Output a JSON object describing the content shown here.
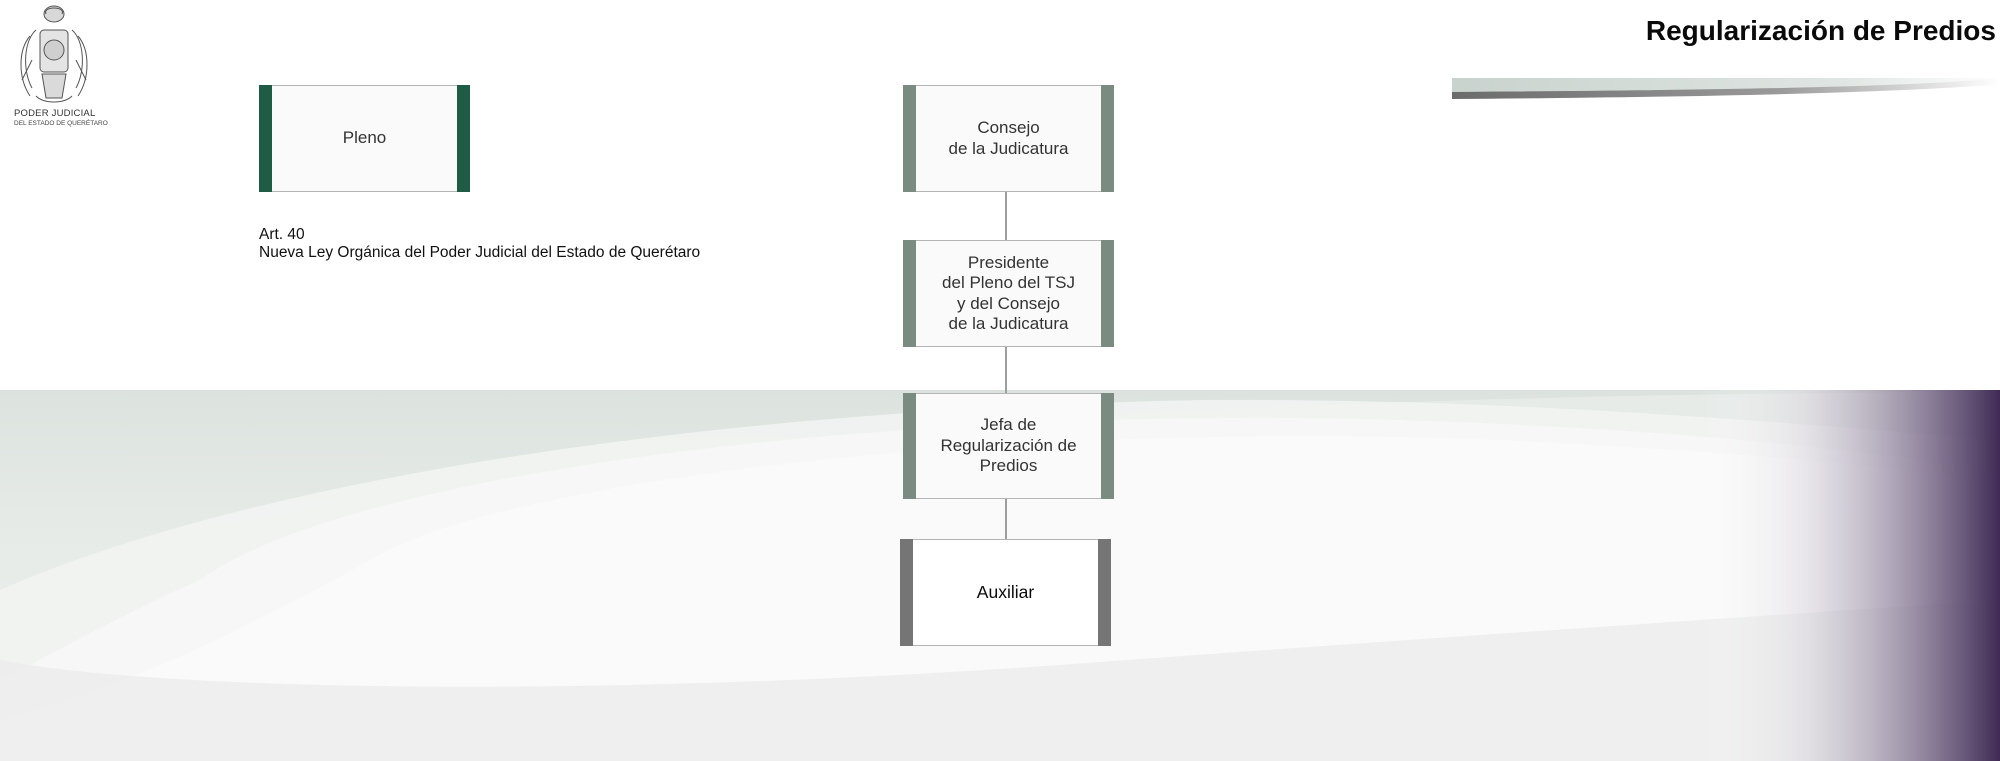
{
  "header": {
    "title": "Regularización de Predios",
    "logo_line1": "PODER JUDICIAL",
    "logo_line2": "DEL ESTADO DE QUERÉTARO",
    "logo_icon": "coat-of-arms-icon"
  },
  "org_chart": {
    "nodes": [
      {
        "id": "pleno",
        "label": "Pleno"
      },
      {
        "id": "consejo",
        "label": "Consejo\nde la Judicatura"
      },
      {
        "id": "presidente",
        "label": "Presidente\ndel Pleno del TSJ\ny del Consejo\nde la Judicatura"
      },
      {
        "id": "jefa",
        "label": "Jefa de\nRegularización de\nPredios"
      },
      {
        "id": "auxiliar",
        "label": "Auxiliar"
      }
    ],
    "edges": [
      {
        "from": "consejo",
        "to": "presidente"
      },
      {
        "from": "presidente",
        "to": "jefa"
      },
      {
        "from": "jefa",
        "to": "auxiliar"
      }
    ]
  },
  "note": {
    "line1": "Art. 40",
    "line2": "Nueva Ley Orgánica del Poder Judicial del Estado de Querétaro"
  },
  "colors": {
    "pleno_bar": "#1e5c45",
    "consejo_bar": "#7a8c82",
    "auxiliar_bar": "#757575",
    "connector": "#9aa09c",
    "background_band": "#dfe5e1",
    "corner_accent": "#4b3560"
  }
}
